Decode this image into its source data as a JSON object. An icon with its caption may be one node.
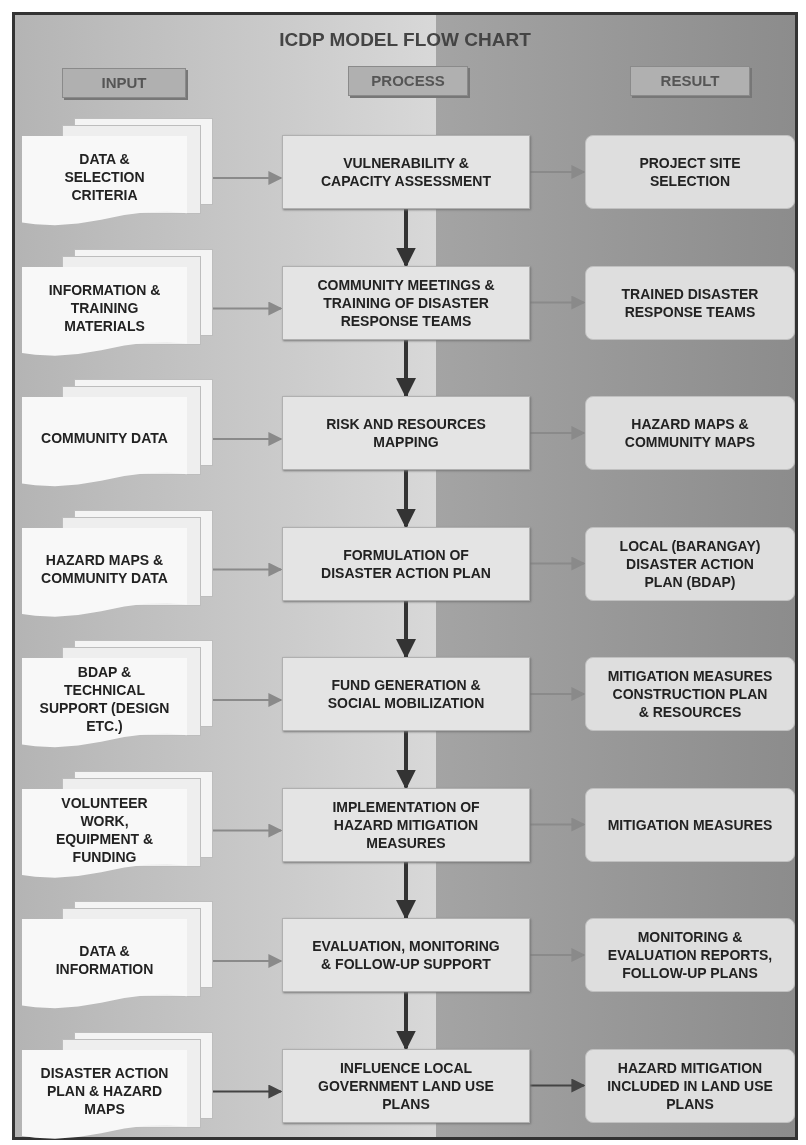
{
  "diagram": {
    "title": "ICDP MODEL FLOW CHART",
    "nodes": [
      {
        "text": [
          "INPUT"
        ]
      },
      {
        "text": [
          "PROCESS"
        ]
      },
      {
        "text": [
          "RESULT"
        ]
      },
      {
        "text": [
          "DATA & SELECTION CRITERIA"
        ]
      },
      {
        "text": [
          "VULNERABILITY & CAPACITY ASSESSMENT"
        ]
      },
      {
        "text": [
          "PROJECT SITE SELECTION"
        ]
      },
      {
        "text": [
          "INFORMATION & TRAINING MATERIALS"
        ]
      },
      {
        "text": [
          "COMMUNITY MEETINGS & TRAINING OF DISASTER RESPONSE TEAMS"
        ]
      },
      {
        "text": [
          "TRAINED DISASTER RESPONSE TEAMS"
        ]
      },
      {
        "text": [
          "COMMUNITY DATA"
        ]
      },
      {
        "text": [
          "RISK AND RESOURCES MAPPING"
        ]
      },
      {
        "text": [
          "HAZARD MAPS & COMMUNITY MAPS"
        ]
      },
      {
        "text": [
          "HAZARD MAPS & COMMUNITY DATA"
        ]
      },
      {
        "text": [
          "FORMULATION OF DISASTER ACTION PLAN"
        ]
      },
      {
        "text": [
          "LOCAL (BARANGAY) DISASTER ACTION PLAN (BDAP)"
        ]
      },
      {
        "text": [
          "BDAP & TECHNICAL SUPPORT (DESIGN ETC.)"
        ]
      },
      {
        "text": [
          "FUND GENERATION & SOCIAL MOBILIZATION"
        ]
      },
      {
        "text": [
          "MITIGATION MEASURES CONSTRUCTION PLAN & RESOURCES"
        ]
      },
      {
        "text": [
          "VOLUNTEER WORK, EQUIPMENT & FUNDING"
        ]
      },
      {
        "text": [
          "IMPLEMENTATION OF HAZARD MITIGATION MEASURES"
        ]
      },
      {
        "text": [
          "MITIGATION MEASURES"
        ]
      },
      {
        "text": [
          "DATA & INFORMATION"
        ]
      },
      {
        "text": [
          "EVALUATION, MONITORING & FOLLOW-UP SUPPORT"
        ]
      },
      {
        "text": [
          "MONITORING & EVALUATION REPORTS, FOLLOW-UP PLANS"
        ]
      },
      {
        "text": [
          "DISASTER ACTION PLAN & HAZARD MAPS"
        ]
      },
      {
        "text": [
          "INFLUENCE LOCAL GOVERNMENT LAND USE PLANS"
        ]
      },
      {
        "text": [
          "HAZARD MITIGATION INCLUDED IN LAND USE PLANS"
        ]
      }
    ],
    "edges": [
      {
        "from": 3,
        "to": 4,
        "arrow": "to"
      },
      {
        "from": 4,
        "to": 5,
        "arrow": "to"
      },
      {
        "from": 4,
        "to": 7,
        "arrow": "to",
        "style": "thick",
        "color": "#333333"
      },
      {
        "from": 6,
        "to": 7,
        "arrow": "to"
      },
      {
        "from": 7,
        "to": 8,
        "arrow": "to"
      },
      {
        "from": 7,
        "to": 10,
        "arrow": "to",
        "style": "thick",
        "color": "#333333"
      },
      {
        "from": 9,
        "to": 10,
        "arrow": "to"
      },
      {
        "from": 10,
        "to": 11,
        "arrow": "to"
      },
      {
        "from": 10,
        "to": 13,
        "arrow": "to",
        "style": "thick",
        "color": "#333333"
      },
      {
        "from": 12,
        "to": 13,
        "arrow": "to"
      },
      {
        "from": 13,
        "to": 14,
        "arrow": "to"
      },
      {
        "from": 13,
        "to": 16,
        "arrow": "to",
        "style": "thick",
        "color": "#333333"
      },
      {
        "from": 15,
        "to": 16,
        "arrow": "to"
      },
      {
        "from": 16,
        "to": 17,
        "arrow": "to"
      },
      {
        "from": 16,
        "to": 19,
        "arrow": "to",
        "style": "thick",
        "color": "#333333"
      },
      {
        "from": 18,
        "to": 19,
        "arrow": "to"
      },
      {
        "from": 19,
        "to": 20,
        "arrow": "to"
      },
      {
        "from": 19,
        "to": 22,
        "arrow": "to",
        "style": "thick",
        "color": "#333333"
      },
      {
        "from": 21,
        "to": 22,
        "arrow": "to"
      },
      {
        "from": 22,
        "to": 23,
        "arrow": "to"
      },
      {
        "from": 22,
        "to": 25,
        "arrow": "to",
        "style": "thick",
        "color": "#333333"
      },
      {
        "from": 24,
        "to": 25,
        "arrow": "to",
        "color": "#444444"
      },
      {
        "from": 25,
        "to": 26,
        "arrow": "to",
        "color": "#444444"
      }
    ]
  }
}
